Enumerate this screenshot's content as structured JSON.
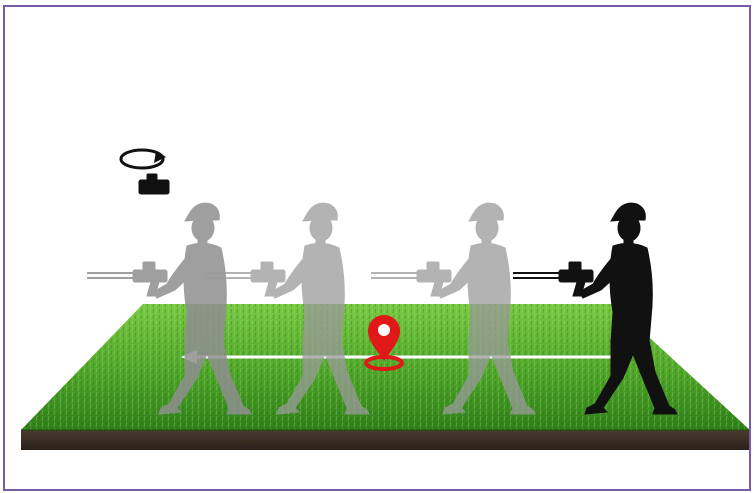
{
  "diagram": {
    "figures": [
      {
        "id": "walker-1",
        "role": "ghost",
        "has_rotate_arrow": true
      },
      {
        "id": "walker-2",
        "role": "ghost",
        "has_rotate_arrow": false
      },
      {
        "id": "walker-3",
        "role": "ghost",
        "has_rotate_arrow": false
      },
      {
        "id": "walker-4",
        "role": "current",
        "has_rotate_arrow": false
      }
    ],
    "walk_direction": "right-to-left",
    "marker": "location-pin",
    "colors": {
      "frame_border": "#7a5aa6",
      "grass_light": "#6cc23a",
      "grass_dark": "#2e7d1a",
      "soil": "#3d3129",
      "ghost": "#8f8f8f",
      "current": "#111111",
      "path_line": "#ffffff",
      "pin": "#e01818"
    }
  }
}
